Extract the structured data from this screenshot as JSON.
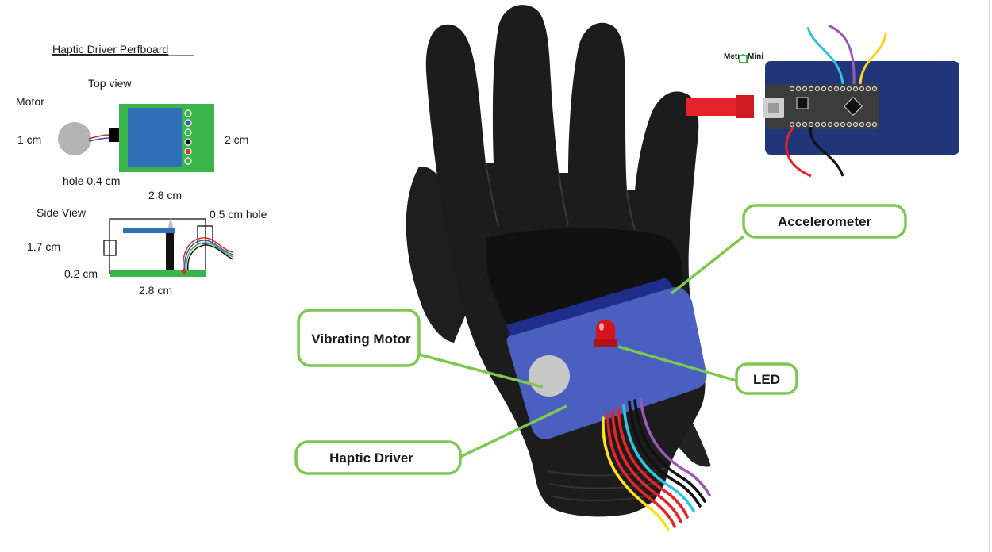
{
  "perfboard": {
    "title": "Haptic Driver Perfboard",
    "top_view_label": "Top view",
    "motor_label": "Motor",
    "motor_diameter": "1 cm",
    "board_height": "2 cm",
    "hole_label": "hole 0.4 cm",
    "board_width_top": "2.8 cm",
    "side_view_label": "Side View",
    "side_hole_label": "0.5 cm hole",
    "side_height": "1.7 cm",
    "side_base": "0.2 cm",
    "board_width_side": "2.8 cm"
  },
  "metro": {
    "label": "Metro Mini"
  },
  "callouts": {
    "accelerometer": "Accelerometer",
    "vibrating_motor": "Vibrating Motor",
    "led": "LED",
    "haptic_driver": "Haptic Driver"
  },
  "colors": {
    "callout_border": "#7ec850",
    "board_green": "#39b54a",
    "driver_blue": "#2f6fb8",
    "enclosure_blue": "#4a5fbf",
    "metro_navy": "#1f3779",
    "led_red": "#d8141b",
    "glove_black": "#1c1c1c"
  }
}
